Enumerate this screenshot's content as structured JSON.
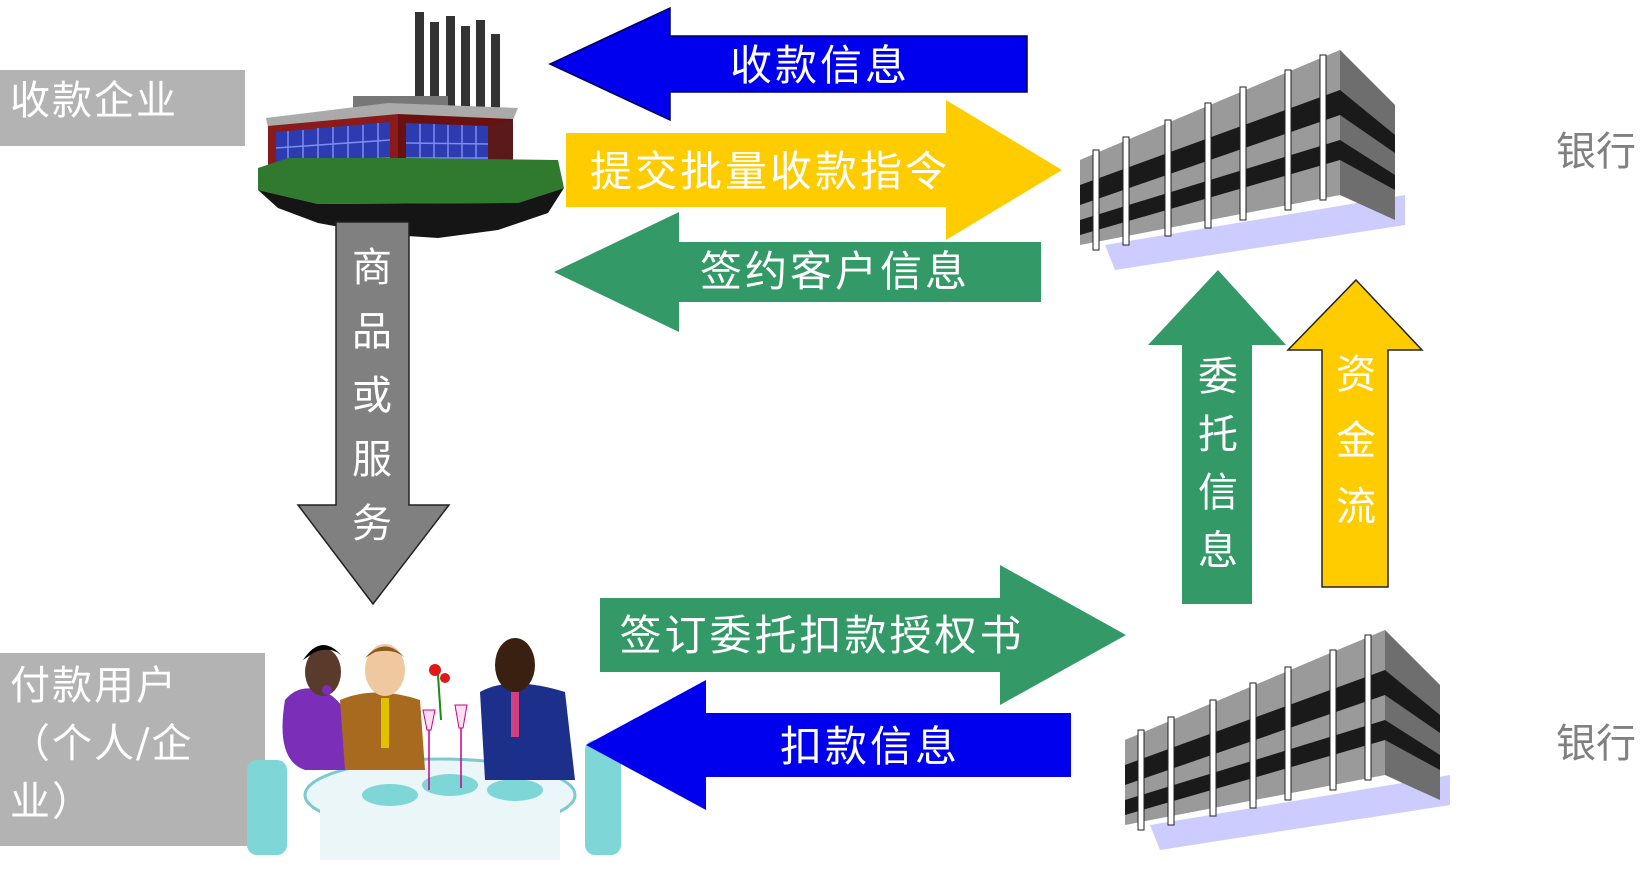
{
  "labels": {
    "collector": "收款企业",
    "payer_line1": "付款用户",
    "payer_line2": "（个人/企",
    "payer_line3": "业）",
    "bank_top": "银行",
    "bank_bottom": "银行"
  },
  "arrows": {
    "collection_info": "收款信息",
    "submit_batch": "提交批量收款指令",
    "signed_customer_info": "签约客户信息",
    "sign_authorization": "签订委托扣款授权书",
    "debit_info": "扣款信息",
    "goods_or_service": [
      "商",
      "品",
      "或",
      "服",
      "务"
    ],
    "entrust_info": [
      "委",
      "托",
      "信",
      "息"
    ],
    "fund_flow": [
      "资",
      "金",
      "流"
    ]
  },
  "colors": {
    "blue": "#0000ee",
    "yellow": "#ffcc00",
    "green": "#339966",
    "gray": "#808080",
    "label_bg": "#b3b3b3"
  },
  "icons": {
    "factory": "factory-icon",
    "bank": "bank-building-icon",
    "meeting": "business-meeting-icon"
  }
}
